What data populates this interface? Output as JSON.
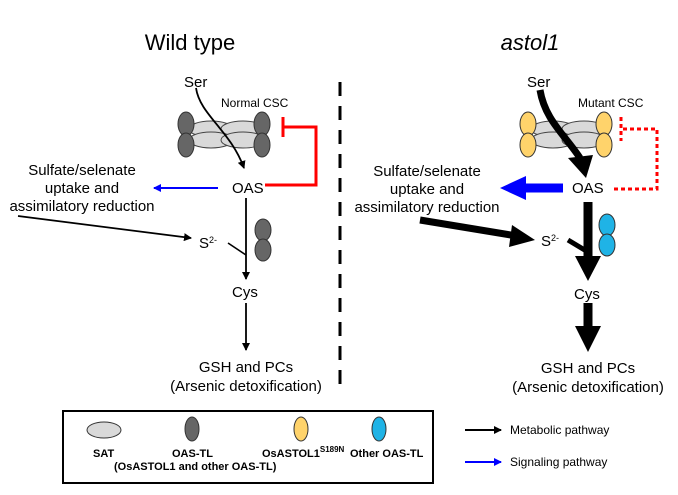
{
  "wild_type": {
    "title": "Wild type",
    "ser": "Ser",
    "csc_label": "Normal CSC",
    "oas": "OAS",
    "sulfate_lines": [
      "Sulfate/selenate",
      "uptake and",
      "assimilatory reduction"
    ],
    "s2_base": "S",
    "s2_sup": "2-",
    "cys": "Cys",
    "gsh": "GSH and PCs",
    "detox": "(Arsenic detoxification)"
  },
  "mutant": {
    "title": "astol1",
    "ser": "Ser",
    "csc_label": "Mutant CSC",
    "oas": "OAS",
    "sulfate_lines": [
      "Sulfate/selenate",
      "uptake and",
      "assimilatory reduction"
    ],
    "s2_base": "S",
    "s2_sup": "2-",
    "cys": "Cys",
    "gsh": "GSH and PCs",
    "detox": "(Arsenic detoxification)"
  },
  "legend": {
    "sat": "SAT",
    "oas_tl": "OAS-TL",
    "oas_tl_sub": "(OsASTOL1 and other OAS-TL)",
    "mutant_base": "OsASTOL1",
    "mutant_sup": "S189N",
    "other": "Other OAS-TL",
    "metabolic": "Metabolic pathway",
    "signaling": "Signaling pathway"
  },
  "colors": {
    "sat": "#d9d9d9",
    "oas_tl": "#666666",
    "mutant_tl": "#ffd36b",
    "other_tl": "#1fb3e6",
    "inhibition": "#ff0000",
    "signaling": "#0000ff"
  }
}
